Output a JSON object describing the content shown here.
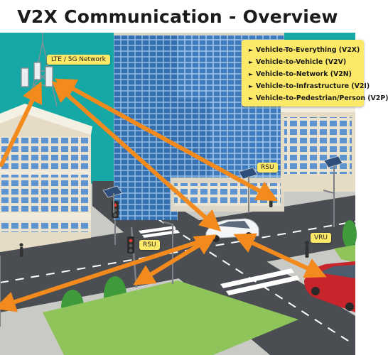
{
  "title": "V2X Communication - Overview",
  "labels": {
    "network": "LTE / 5G Network",
    "rsu": "RSU",
    "vru": "VRU"
  },
  "legend": {
    "bullet": "►",
    "items": [
      "Vehicle-To-Everything (V2X)",
      "Vehicle-to-Vehicle (V2V)",
      "Vehicle-to-Network (V2N)",
      "Vehicle-to-Infrastructure (V2I)",
      "Vehicle-to-Pedestrian/Person (V2P)"
    ]
  },
  "colors": {
    "arrow": "#f28a1e",
    "label_bg": "#fde968",
    "sky": "#15a8a4",
    "road": "#4a4d52",
    "grass": "#8fc45a",
    "glass_blue": "#4c86c6",
    "red_car": "#c8242c"
  },
  "icons": [
    "cell-tower-icon",
    "traffic-light-icon",
    "solar-panel-icon",
    "street-lamp-icon",
    "tree-icon",
    "pedestrian-icon",
    "car-icon"
  ]
}
